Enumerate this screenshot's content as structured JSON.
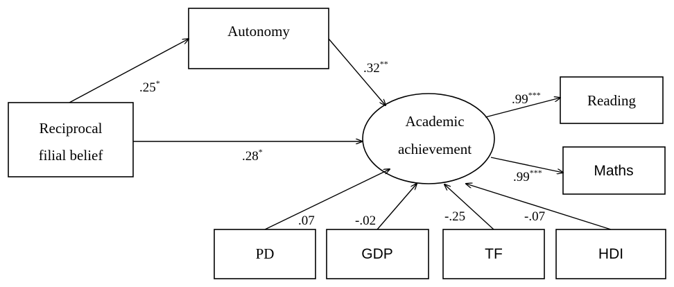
{
  "nodes": {
    "autonomy": "Autonomy",
    "reciprocal_line1": "Reciprocal",
    "reciprocal_line2": "filial belief",
    "academic_line1": "Academic",
    "academic_line2": "achievement",
    "reading": "Reading",
    "maths": "Maths",
    "pd": "PD",
    "gdp": "GDP",
    "tf": "TF",
    "hdi": "HDI"
  },
  "paths": {
    "reciprocal_to_autonomy": {
      "value": ".25",
      "sig": "*"
    },
    "autonomy_to_academic": {
      "value": ".32",
      "sig": "**"
    },
    "reciprocal_to_academic": {
      "value": ".28",
      "sig": "*"
    },
    "academic_to_reading": {
      "value": ".99",
      "sig": "***"
    },
    "academic_to_maths": {
      "value": ".99",
      "sig": "***"
    },
    "pd_to_academic": {
      "value": ".07",
      "sig": ""
    },
    "gdp_to_academic": {
      "value": "-.02",
      "sig": ""
    },
    "tf_to_academic": {
      "value": "-.25",
      "sig": ""
    },
    "hdi_to_academic": {
      "value": "-.07",
      "sig": ""
    }
  }
}
